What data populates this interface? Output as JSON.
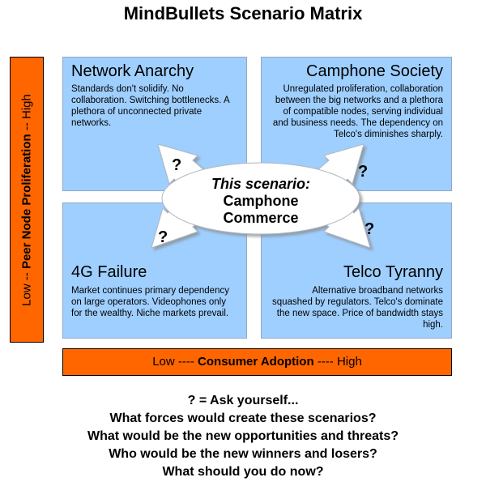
{
  "title": "MindBullets Scenario Matrix",
  "quadrants": [
    {
      "title": "Network Anarchy",
      "text": "Standards don't solidify. No collaboration. Switching bottlenecks. A plethora of unconnected private networks."
    },
    {
      "title": "Camphone Society",
      "text": "Unregulated proliferation, collaboration between the big networks and a plethora of compatible nodes, serving individual and business needs. The dependency on Telco's diminishes sharply."
    },
    {
      "title": "4G Failure",
      "text": "Market continues primary dependency on large operators. Videophones only for the wealthy. Niche markets prevail."
    },
    {
      "title": "Telco Tyranny",
      "text": "Alternative broadband networks squashed by regulators. Telco's dominate the new space. Price of bandwidth stays high."
    }
  ],
  "center": {
    "line1": "This scenario:",
    "line2": "Camphone",
    "line3": "Commerce"
  },
  "question_mark": "?",
  "axis_y": {
    "low": "Low --",
    "label": "Peer Node Proliferation",
    "high": "-- High"
  },
  "axis_x": {
    "low": "Low ----",
    "label": "Consumer Adoption",
    "high": "---- High"
  },
  "footer": {
    "line1": "? = Ask yourself...",
    "line2": "What forces would create these scenarios?",
    "line3": "What would be the new opportunities and threats?",
    "line4": "Who would be the new winners and losers?",
    "line5": "What should you do now?"
  },
  "colors": {
    "quadrant": "#9fcfff",
    "axis": "#ff6600",
    "bubble": "#ffffff"
  }
}
